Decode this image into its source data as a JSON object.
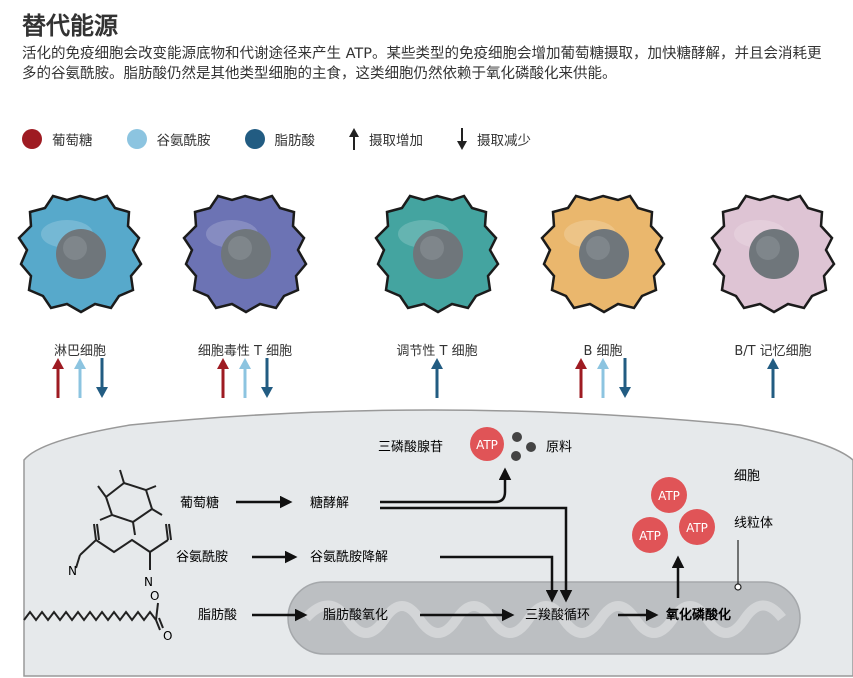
{
  "title": "替代能源",
  "intro": "活化的免疫细胞会改变能源底物和代谢途径来产生 ATP。某些类型的免疫细胞会增加葡萄糖摄取，加快糖酵解，并且会消耗更多的谷氨酰胺。脂肪酸仍然是其他类型细胞的主食，这类细胞仍然依赖于氧化磷酸化来供能。",
  "legend": {
    "glucose": "葡萄糖",
    "glutamine": "谷氨酰胺",
    "fatty_acid": "脂肪酸",
    "uptake_up": "摄取增加",
    "uptake_down": "摄取减少"
  },
  "colors": {
    "glucose": "#9e1b22",
    "glutamine": "#8cc4e0",
    "fatty_acid": "#225c82",
    "atp": "#e05457",
    "cytoplasm": "#e6e9eb",
    "mito": "#bcbfc2"
  },
  "cells": [
    {
      "label": "淋巴细胞",
      "color": "#57a9cb",
      "uptake": [
        {
          "kind": "glucose",
          "dir": "up"
        },
        {
          "kind": "glutamine",
          "dir": "up"
        },
        {
          "kind": "fatty_acid",
          "dir": "down"
        }
      ]
    },
    {
      "label": "细胞毒性 T 细胞",
      "color": "#6c73b4",
      "uptake": [
        {
          "kind": "glucose",
          "dir": "up"
        },
        {
          "kind": "glutamine",
          "dir": "up"
        },
        {
          "kind": "fatty_acid",
          "dir": "down"
        }
      ]
    },
    {
      "label": "调节性 T 细胞",
      "color": "#44a4a0",
      "uptake": [
        {
          "kind": "fatty_acid",
          "dir": "up"
        }
      ]
    },
    {
      "label": "B 细胞",
      "color": "#eab76d",
      "uptake": [
        {
          "kind": "glucose",
          "dir": "up"
        },
        {
          "kind": "glutamine",
          "dir": "up"
        },
        {
          "kind": "fatty_acid",
          "dir": "down"
        }
      ]
    },
    {
      "label": "B/T 记忆细胞",
      "color": "#dec4d4",
      "uptake": [
        {
          "kind": "fatty_acid",
          "dir": "up"
        }
      ]
    }
  ],
  "pathway": {
    "atp_full": "三磷酸腺苷",
    "atp": "ATP",
    "raw_material": "原料",
    "cell_label": "细胞",
    "mito_label": "线粒体",
    "glucose": "葡萄糖",
    "glycolysis": "糖酵解",
    "glutamine": "谷氨酰胺",
    "glutaminolysis": "谷氨酰胺降解",
    "fatty_acid": "脂肪酸",
    "fa_oxidation": "脂肪酸氧化",
    "tca": "三羧酸循环",
    "oxphos": "氧化磷酸化",
    "chem_n": "N",
    "chem_o": "O"
  }
}
